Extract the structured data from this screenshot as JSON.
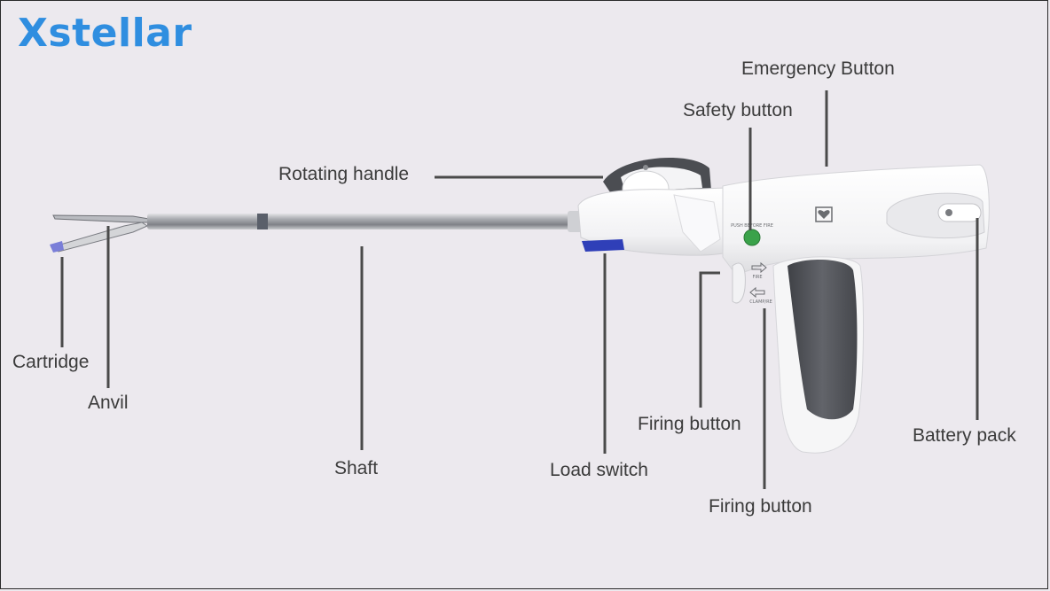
{
  "brand": {
    "logo_text": "Xstellar",
    "logo_color": "#2f8ee0"
  },
  "device_panel": {
    "top_text": "PUSH BEFORE FIRE",
    "upper_arrow_text": "FIRE",
    "lower_arrow_text": "CLAMP/RE"
  },
  "labels": {
    "emergency_button": "Emergency Button",
    "safety_button": "Safety button",
    "rotating_handle": "Rotating handle",
    "cartridge": "Cartridge",
    "anvil": "Anvil",
    "shaft": "Shaft",
    "load_switch": "Load switch",
    "firing_button_upper": "Firing button",
    "firing_button_lower": "Firing button",
    "battery_pack": "Battery pack"
  },
  "colors": {
    "background": "#ece9ee",
    "leader_line": "#4a4a4a",
    "body": "#f6f6f7",
    "grip_dark": "#55575d",
    "load_switch_blue": "#2f3fb8",
    "safety_green": "#3aa24a"
  }
}
